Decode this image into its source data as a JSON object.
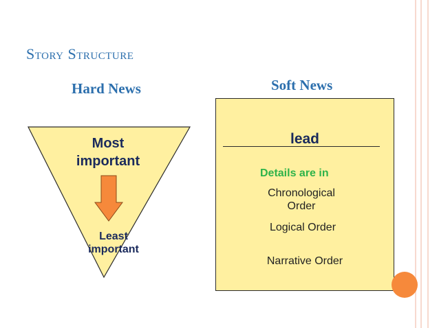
{
  "title": "Story Structure",
  "hard_news": {
    "heading": "Hard News",
    "top_label_line1": "Most",
    "top_label_line2": "important",
    "bottom_label_line1": "Least",
    "bottom_label_line2": "important"
  },
  "soft_news": {
    "heading": "Soft News",
    "lead": "lead",
    "details_heading": "Details are in",
    "items": [
      "Chronological",
      "Order",
      "Logical Order",
      "Narrative Order"
    ]
  },
  "colors": {
    "heading_blue": "#2c6fad",
    "fill_yellow": "#fff0a0",
    "accent_orange": "#f6893b",
    "details_green": "#2eb34a",
    "stripe_pink": "#f7d9cf"
  }
}
